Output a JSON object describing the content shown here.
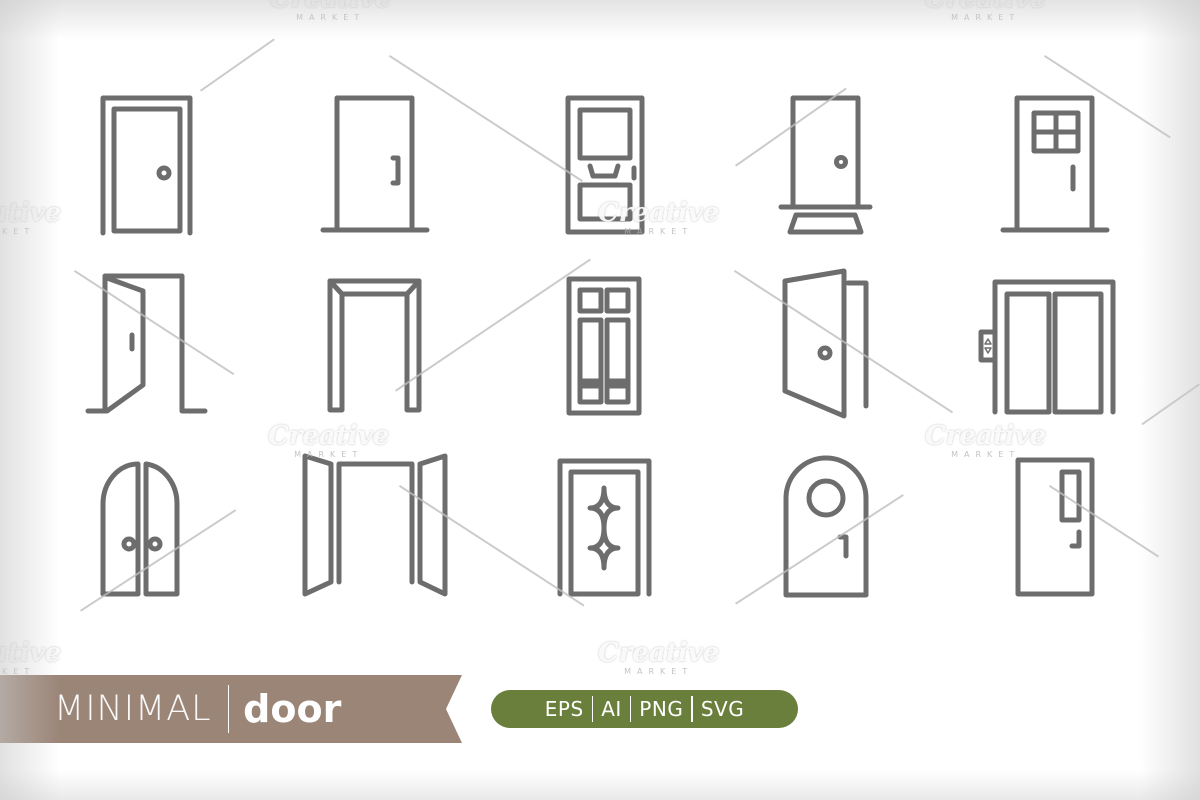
{
  "title": {
    "light": "MINIMAL",
    "bold": "door"
  },
  "formats": [
    "EPS",
    "AI",
    "PNG",
    "SVG"
  ],
  "colors": {
    "icon_stroke": "#6d6d6d",
    "banner": "#9b8577",
    "formats_badge": "#6b7f3c"
  },
  "watermark": {
    "word": "Creative",
    "sub": "MARKET"
  },
  "icons": [
    {
      "row": 1,
      "col": 1,
      "name": "door-with-frame-knob-icon"
    },
    {
      "row": 1,
      "col": 2,
      "name": "door-with-handle-icon"
    },
    {
      "row": 1,
      "col": 3,
      "name": "paneled-door-with-mail-slot-icon"
    },
    {
      "row": 1,
      "col": 4,
      "name": "door-with-doormat-icon"
    },
    {
      "row": 1,
      "col": 5,
      "name": "door-with-window-icon"
    },
    {
      "row": 2,
      "col": 1,
      "name": "open-door-inward-icon"
    },
    {
      "row": 2,
      "col": 2,
      "name": "doorway-frame-icon"
    },
    {
      "row": 2,
      "col": 3,
      "name": "six-panel-door-icon"
    },
    {
      "row": 2,
      "col": 4,
      "name": "open-door-outward-icon"
    },
    {
      "row": 2,
      "col": 5,
      "name": "elevator-doors-icon"
    },
    {
      "row": 3,
      "col": 1,
      "name": "arched-double-door-icon"
    },
    {
      "row": 3,
      "col": 2,
      "name": "open-double-door-icon"
    },
    {
      "row": 3,
      "col": 3,
      "name": "decorative-glass-door-icon"
    },
    {
      "row": 3,
      "col": 4,
      "name": "arched-door-with-porthole-icon"
    },
    {
      "row": 3,
      "col": 5,
      "name": "door-with-vertical-window-icon"
    }
  ]
}
